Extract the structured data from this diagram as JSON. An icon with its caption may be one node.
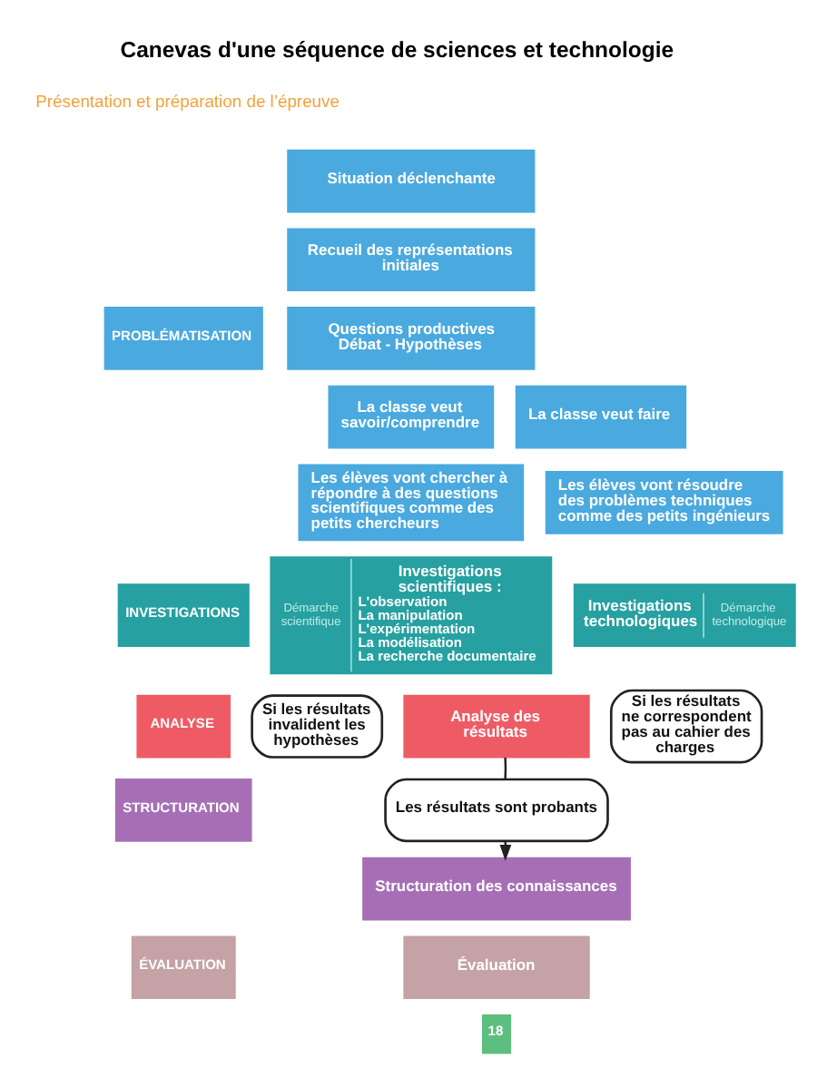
{
  "diagram": {
    "title": "Canevas d'une séquence de sciences et technologie",
    "nodes": [
      {
        "text": [
          "PROBLÉMATISATION"
        ]
      },
      {
        "text": [
          "Situation déclenchante"
        ]
      },
      {
        "text": [
          "Recueil des représentations initiales"
        ]
      },
      {
        "text": [
          "Questions productives",
          "Débat - Hypothèses"
        ]
      },
      {
        "text": [
          "La classe veut savoir/comprendre"
        ]
      },
      {
        "text": [
          "La classe veut faire"
        ]
      },
      {
        "text": [
          "Les élèves vont chercher à répondre à des questions scientifiques comme des petits chercheurs"
        ]
      },
      {
        "text": [
          "Les élèves vont résoudre des problèmes techniques comme des petits ingénieurs"
        ]
      },
      {
        "text": [
          "INVESTIGATIONS"
        ]
      },
      {
        "text": [
          "Démarche scientifique",
          "Investigations scientifiques :",
          "L'observation",
          "La manipulation",
          "L'expérimentation",
          "La modélisation",
          "La recherche documentaire"
        ]
      },
      {
        "text": [
          "Investigations technologiques",
          "Démarche technologique"
        ]
      },
      {
        "text": [
          "ANALYSE"
        ]
      },
      {
        "text": [
          "Si les résultats invalident les hypothèses"
        ]
      },
      {
        "text": [
          "Analyse des résultats"
        ]
      },
      {
        "text": [
          "Si les résultats ne correspondent pas au cahier des charges"
        ]
      },
      {
        "text": [
          "STRUCTURATION"
        ]
      },
      {
        "text": [
          "Les résultats sont probants"
        ]
      },
      {
        "text": [
          "Structuration des connaissances"
        ]
      },
      {
        "text": [
          "ÉVALUATION"
        ]
      },
      {
        "text": [
          "Évaluation"
        ]
      },
      {
        "text": [
          "18"
        ]
      }
    ],
    "edges": [
      {
        "from": 13,
        "to": 16,
        "arrow": "none"
      },
      {
        "from": 16,
        "to": 17,
        "arrow": "to"
      }
    ],
    "labels": [
      "Présentation et préparation de l’épreuve"
    ]
  }
}
